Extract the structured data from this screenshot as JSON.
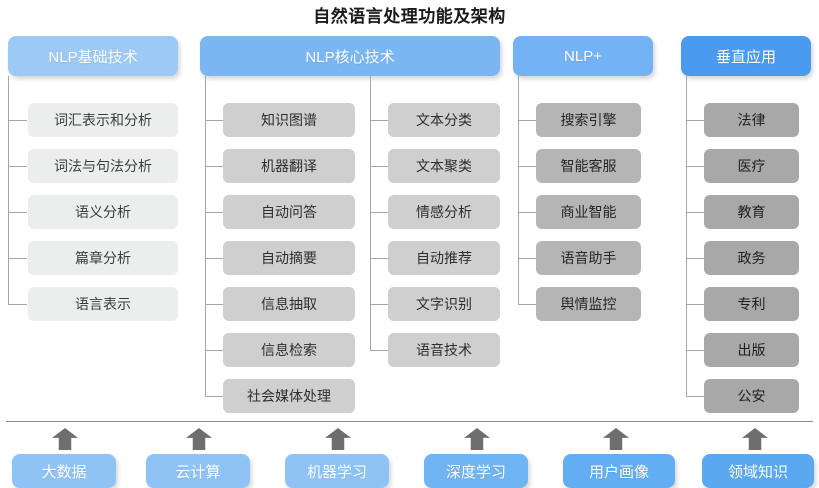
{
  "title": "自然语言处理功能及架构",
  "colors": {
    "header_basic": "#9cc9f5",
    "header_core": "#7ab6f2",
    "header_plus": "#73b2f5",
    "header_vertical": "#4a9bf0",
    "item_light": "#eceded",
    "item_mid": "#cfcfcf",
    "item_dark": "#b5b5b5",
    "item_darker": "#a8a8a8",
    "connector": "#a6a6a6",
    "arrow": "#6e6e6e",
    "divider": "#8d8d8d",
    "footer_light": "#8fc3f5",
    "footer_strong": "#5aa9f0",
    "title_text": "#1a1a1a"
  },
  "columns": [
    {
      "id": "nlp-basic",
      "header": "NLP基础技术",
      "items": [
        "词汇表示和分析",
        "词法与句法分析",
        "语义分析",
        "篇章分析",
        "语言表示"
      ]
    },
    {
      "id": "nlp-core",
      "header": "NLP核心技术",
      "items_left": [
        "知识图谱",
        "机器翻译",
        "自动问答",
        "自动摘要",
        "信息抽取",
        "信息检索",
        "社会媒体处理"
      ],
      "items_right": [
        "文本分类",
        "文本聚类",
        "情感分析",
        "自动推荐",
        "文字识别",
        "语音技术"
      ]
    },
    {
      "id": "nlp-plus",
      "header": "NLP+",
      "items": [
        "搜索引擎",
        "智能客服",
        "商业智能",
        "语音助手",
        "舆情监控"
      ]
    },
    {
      "id": "vertical-app",
      "header": "垂直应用",
      "items": [
        "法律",
        "医疗",
        "教育",
        "政务",
        "专利",
        "出版",
        "公安"
      ]
    }
  ],
  "foundation": {
    "items": [
      "大数据",
      "云计算",
      "机器学习",
      "深度学习",
      "用户画像",
      "领域知识"
    ]
  }
}
